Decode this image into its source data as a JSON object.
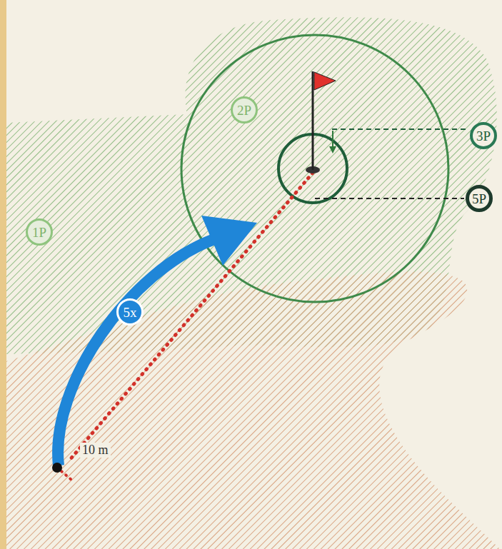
{
  "diagram": {
    "nodes": [
      {
        "text": [
          "2P"
        ]
      },
      {
        "text": [
          "3P"
        ]
      },
      {
        "text": [
          "5P"
        ]
      },
      {
        "text": [
          "1P"
        ]
      },
      {
        "text": [
          "5x"
        ]
      }
    ],
    "labels": [
      "10 m"
    ]
  }
}
